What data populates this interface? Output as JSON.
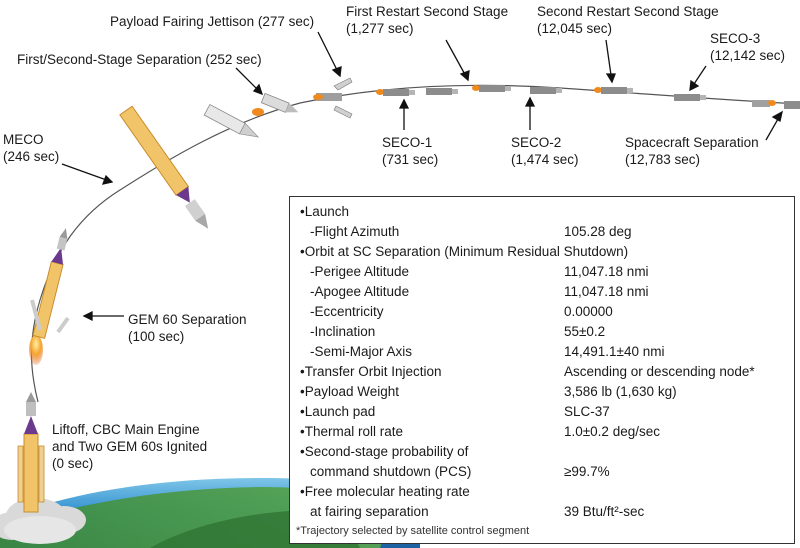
{
  "events": {
    "payload_fairing_jettison": "Payload Fairing Jettison (277 sec)",
    "first_second_stage_sep": "First/Second-Stage Separation (252 sec)",
    "first_restart_line1": "First Restart Second Stage",
    "first_restart_line2": "(1,277 sec)",
    "second_restart_line1": "Second Restart Second Stage",
    "second_restart_line2": "(12,045 sec)",
    "seco3_line1": "SECO-3",
    "seco3_line2": "(12,142 sec)",
    "meco_line1": "MECO",
    "meco_line2": "(246 sec)",
    "seco1_line1": "SECO-1",
    "seco1_line2": "(731 sec)",
    "seco2_line1": "SECO-2",
    "seco2_line2": "(1,474 sec)",
    "sc_sep_line1": "Spacecraft Separation",
    "sc_sep_line2": "(12,783 sec)",
    "gem_sep_line1": "GEM 60 Separation",
    "gem_sep_line2": "(100 sec)",
    "liftoff_line1": "Liftoff, CBC Main Engine",
    "liftoff_line2": "and Two GEM 60s Ignited",
    "liftoff_line3": "(0 sec)"
  },
  "mission_table": {
    "rows": [
      {
        "label": "•Launch",
        "value": ""
      },
      {
        "label": "-Flight Azimuth",
        "value": "105.28 deg"
      },
      {
        "label": "•Orbit at SC Separation (Minimum Residual Shutdown)",
        "value": ""
      },
      {
        "label": "-Perigee Altitude",
        "value": "11,047.18 nmi"
      },
      {
        "label": "-Apogee Altitude",
        "value": "11,047.18 nmi"
      },
      {
        "label": "-Eccentricity",
        "value": "0.00000"
      },
      {
        "label": "-Inclination",
        "value": "55±0.2"
      },
      {
        "label": "-Semi-Major Axis",
        "value": "14,491.1±40 nmi"
      },
      {
        "label": "•Transfer Orbit Injection",
        "value": "Ascending or descending node*"
      },
      {
        "label": "•Payload Weight",
        "value": "3,586 lb (1,630 kg)"
      },
      {
        "label": "•Launch pad",
        "value": "SLC-37"
      },
      {
        "label": "•Thermal roll rate",
        "value": "1.0±0.2 deg/sec"
      },
      {
        "label": "•Second-stage probability of",
        "value": ""
      },
      {
        "label": "command shutdown (PCS)",
        "value": "≥99.7%"
      },
      {
        "label": "•Free molecular heating rate",
        "value": ""
      },
      {
        "label": "at fairing separation",
        "value": "39 Btu/ft²-sec"
      }
    ],
    "footnote": "*Trajectory selected by satellite control segment"
  },
  "colors": {
    "booster": "#f2c46a",
    "booster_dark": "#c98d2a",
    "stage_gray": "#9a9a9a",
    "nose": "#6b3a8c",
    "earth_green": "#2e7d3a",
    "earth_blue": "#3a9bd6",
    "smoke": "#d6d6d6",
    "flame": "#f08a1c"
  }
}
